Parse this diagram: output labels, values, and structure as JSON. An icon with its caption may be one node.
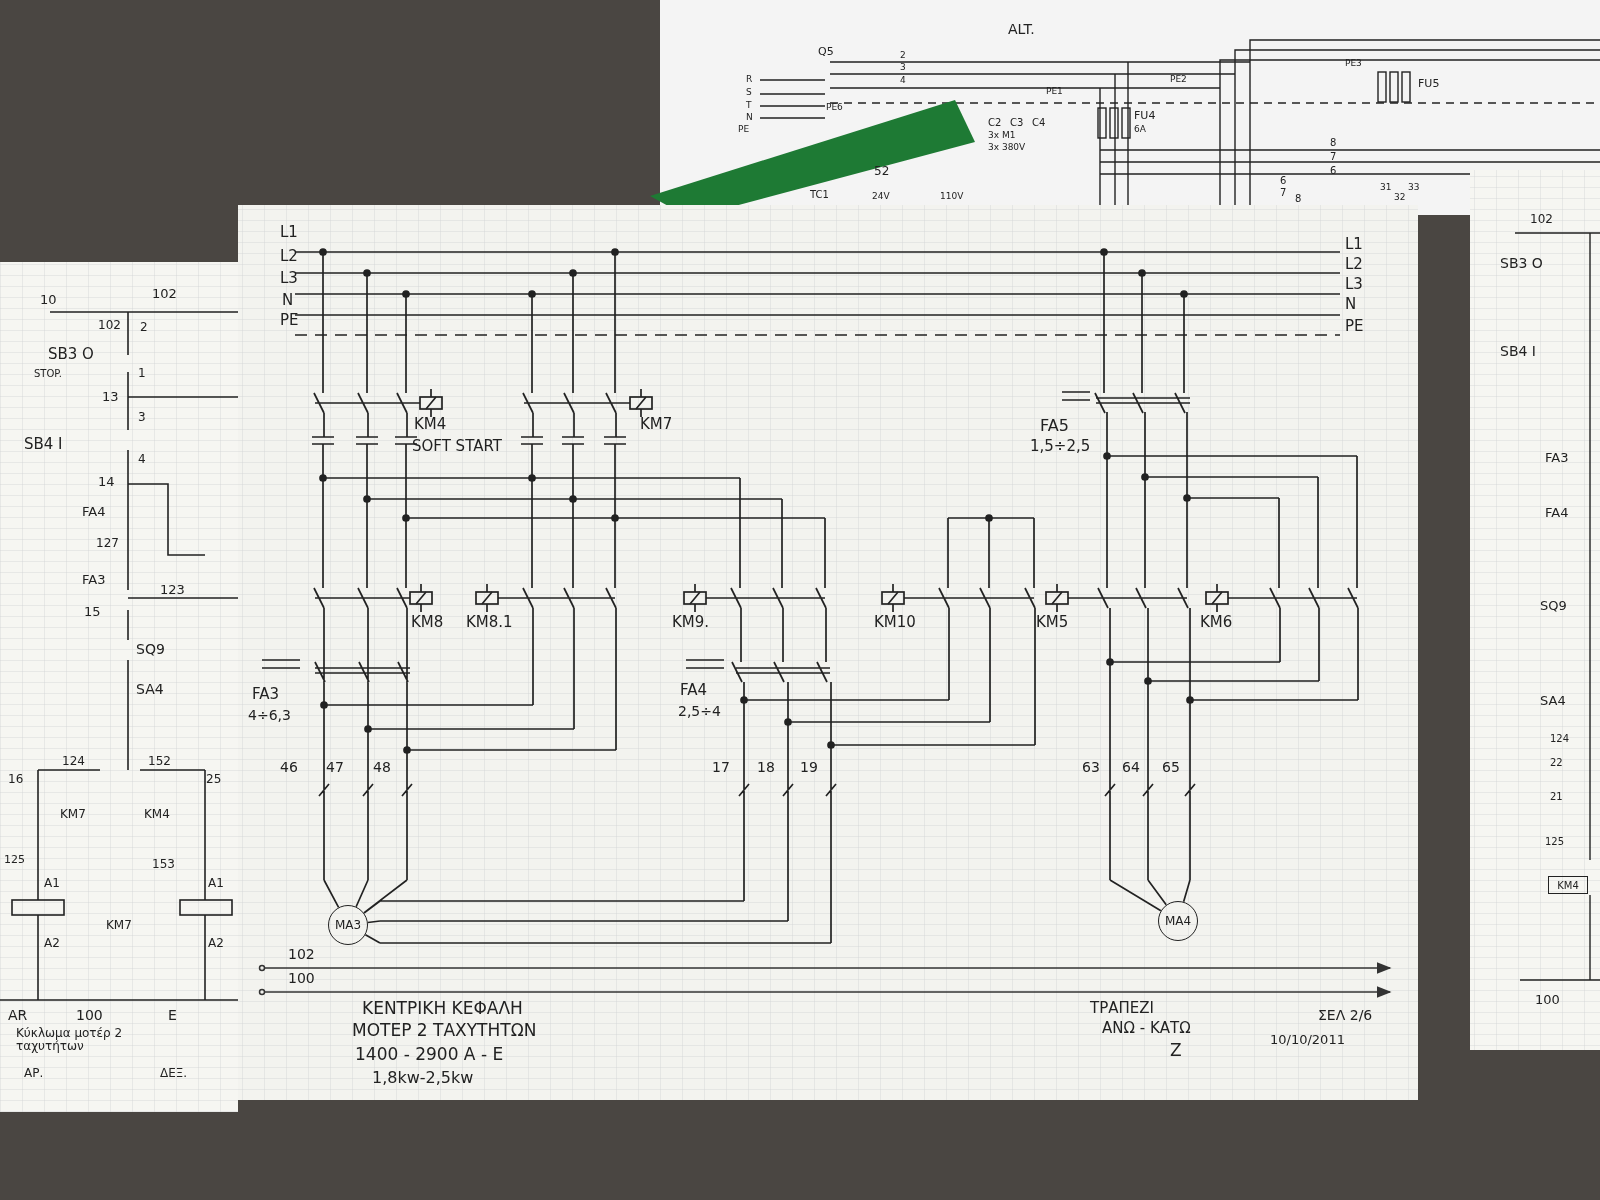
{
  "diagram": {
    "nodes": [
      {
        "text": [
          "MA3"
        ]
      },
      {
        "text": [
          "MA4"
        ]
      },
      {
        "text": [
          "KM4"
        ]
      }
    ],
    "labels": [
      "L1",
      "L2",
      "L3",
      "N",
      "PE",
      "L1",
      "L2",
      "L3",
      "N",
      "PE",
      "KM4",
      "SOFT START",
      "KM7",
      "FA5",
      "1,5÷2,5",
      "KM8",
      "KM8.1",
      "KM9.",
      "KM10",
      "KM5",
      "KM6",
      "FA3",
      "4÷6,3",
      "FA4",
      "2,5÷4",
      "46",
      "47",
      "48",
      "17",
      "18",
      "19",
      "63",
      "64",
      "65",
      "102",
      "100",
      "ΚΕΝΤΡΙΚΗ ΚΕΦΑΛΗ",
      "ΜΟΤΕΡ 2 ΤΑΧΥΤΗΤΩΝ",
      "1400 - 2900 Α - Ε",
      "1,8kw-2,5kw",
      "ΤΡΑΠΕΖΙ",
      "ΑΝΩ - ΚΑΤΩ",
      "Z",
      "ΣΕΛ 2/6",
      "10/10/2011",
      "10",
      "102",
      "102",
      "2",
      "SB3 O",
      "STOP.",
      "1",
      "13",
      "3",
      "SB4 I",
      "4",
      "14",
      "FA4",
      "127",
      "FA3",
      "15",
      "123",
      "SQ9",
      "SA4",
      "16",
      "124",
      "152",
      "25",
      "KM7",
      "KM4",
      "125",
      "153",
      "A1",
      "A2",
      "A1",
      "A2",
      "KM7",
      "AR",
      "100",
      "Ε",
      "Κύκλωμα μοτέρ 2 ταχυτήτων",
      "ΑΡ.",
      "ΔΕΞ.",
      "ALT.",
      "Q5",
      "R",
      "S",
      "T",
      "N",
      "PE",
      "2",
      "3",
      "4",
      "C2",
      "C3",
      "C4",
      "3x M1",
      "3x 380V",
      "PE1",
      "PE2",
      "PE3",
      "PE6",
      "FU4",
      "6A",
      "FU5",
      "8",
      "7",
      "6",
      "6",
      "7",
      "8",
      "52",
      "TC1",
      "24V",
      "110V",
      "31",
      "32",
      "33",
      "102",
      "SB3 O",
      "SB4 I",
      "FA3",
      "FA4",
      "SQ9",
      "SA4",
      "124",
      "22",
      "21",
      "125",
      "100"
    ]
  }
}
